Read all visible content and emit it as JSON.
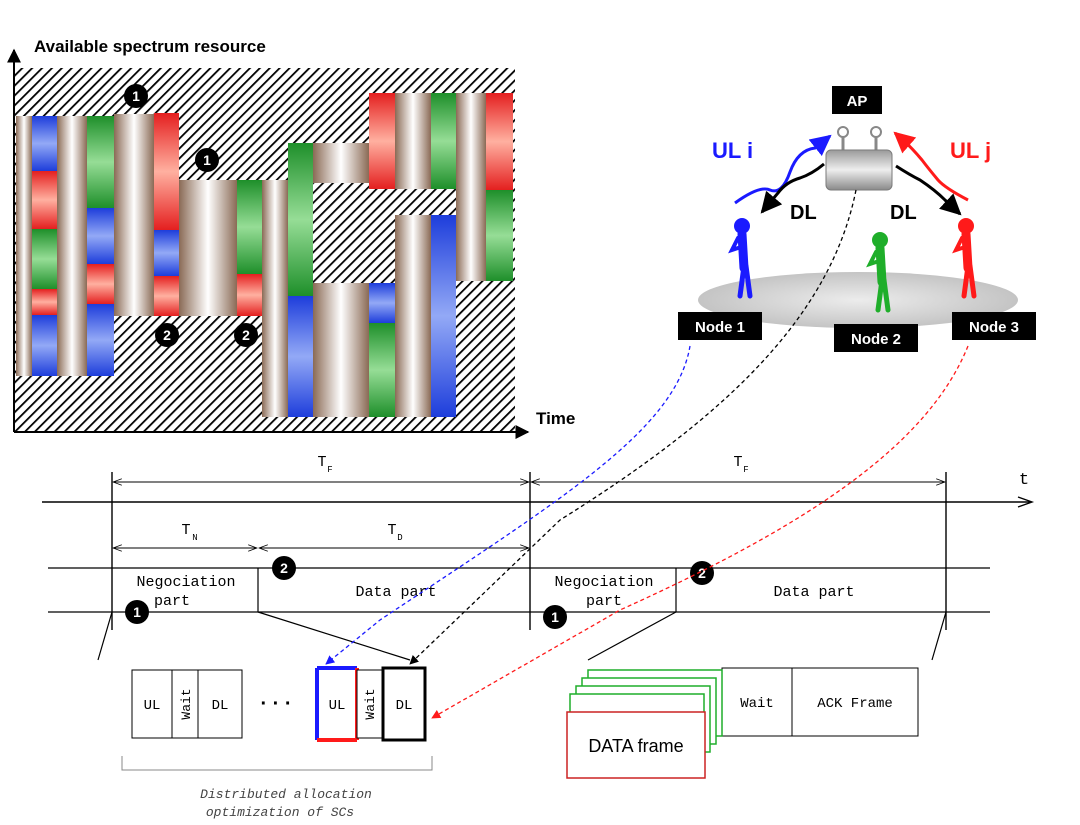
{
  "spectrum": {
    "y_axis_label": "Available spectrum resource",
    "x_axis_label": "Time",
    "markers": {
      "one": "1",
      "two": "2"
    }
  },
  "network": {
    "ap_label": "AP",
    "ul_left": "UL i",
    "ul_right": "UL j",
    "dl_left": "DL",
    "dl_right": "DL",
    "nodes": [
      "Node 1",
      "Node 2",
      "Node 3"
    ],
    "colors": {
      "node1": "#1a1aff",
      "node2": "#1fae2a",
      "node3": "#ff1a1a"
    }
  },
  "timeline": {
    "axis_label": "t",
    "frame_period": "T",
    "frame_period_sub": "F",
    "negotiation_period": "T",
    "negotiation_period_sub": "N",
    "data_period": "T",
    "data_period_sub": "D",
    "negotiation_part_line1": "Negociation",
    "negotiation_part_line2": "part",
    "data_part": "Data part",
    "marker_one": "1",
    "marker_two": "2"
  },
  "negotiation_detail": {
    "ul": "UL",
    "wait": "Wait",
    "dl": "DL",
    "ellipsis": "· · ·",
    "caption_line1": "Distributed allocation",
    "caption_line2": "optimization of SCs"
  },
  "data_detail": {
    "wait": "Wait",
    "ack": "ACK Frame",
    "data_frame": "DATA frame"
  }
}
